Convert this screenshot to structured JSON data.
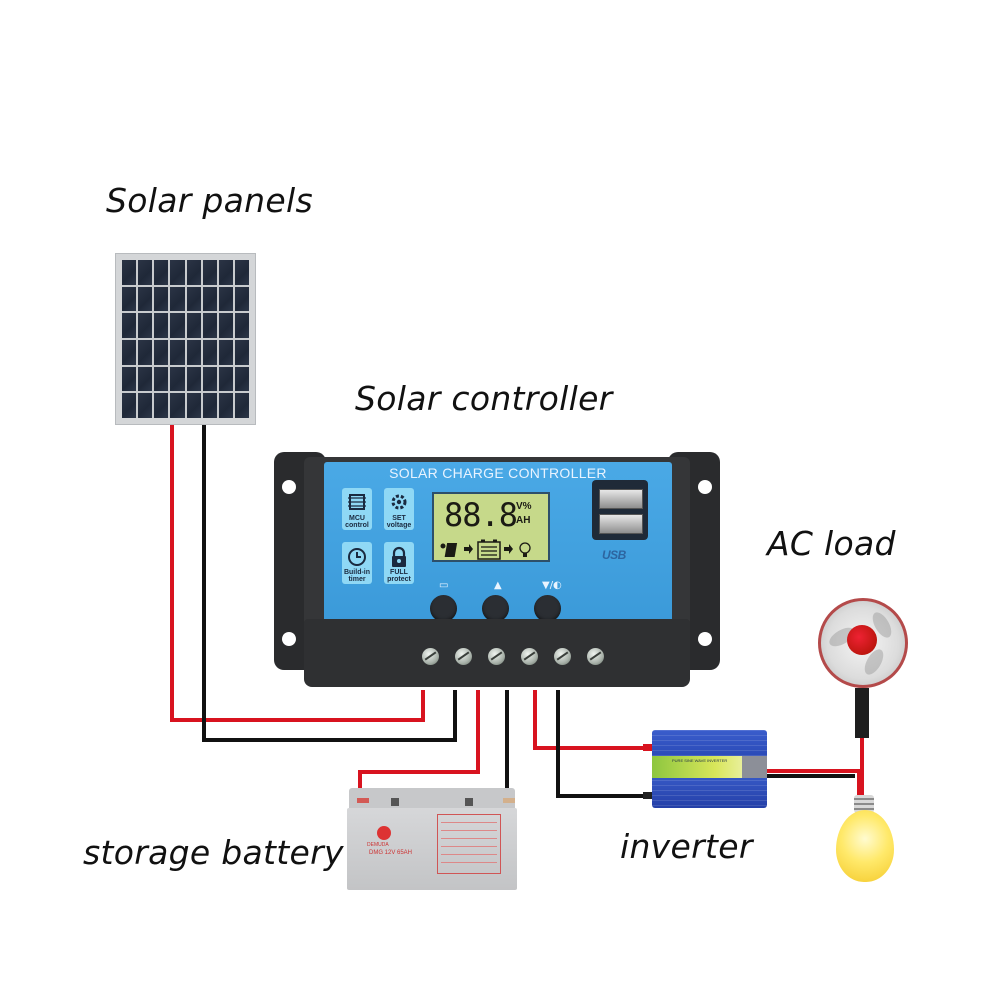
{
  "labels": {
    "solar_panels": "Solar panels",
    "solar_controller": "Solar controller",
    "ac_load": "AC load",
    "storage_battery": "storage battery",
    "inverter": "inverter"
  },
  "controller": {
    "title": "SOLAR CHARGE CONTROLLER",
    "features": [
      {
        "icon": "chip-icon",
        "line1": "MCU",
        "line2": "control"
      },
      {
        "icon": "gear-icon",
        "line1": "SET",
        "line2": "voltage"
      },
      {
        "icon": "clock-icon",
        "line1": "Build-in",
        "line2": "timer"
      },
      {
        "icon": "lock-icon",
        "line1": "FULL",
        "line2": "protect"
      }
    ],
    "lcd": {
      "reading": "88.8",
      "unit_top": "V%",
      "unit_bottom": "AH"
    },
    "buttons": [
      {
        "name": "menu-button",
        "symbol": "▭"
      },
      {
        "name": "up-button",
        "symbol": "▲"
      },
      {
        "name": "down-button",
        "symbol": "▼/◐"
      }
    ],
    "usb_label": "USB",
    "terminal_groups": [
      "solar",
      "battery",
      "load"
    ]
  },
  "battery": {
    "brand": "DEMUDA",
    "model": "DMG 12V 65AH"
  },
  "inverter": {
    "type_text": "PURE SINE WAVE INVERTER"
  },
  "colors": {
    "wire_positive": "#d8131f",
    "wire_negative": "#111111",
    "controller_face": "#3b9ad9",
    "lcd_background": "#c6d98a",
    "inverter_body": "#2847b3"
  }
}
